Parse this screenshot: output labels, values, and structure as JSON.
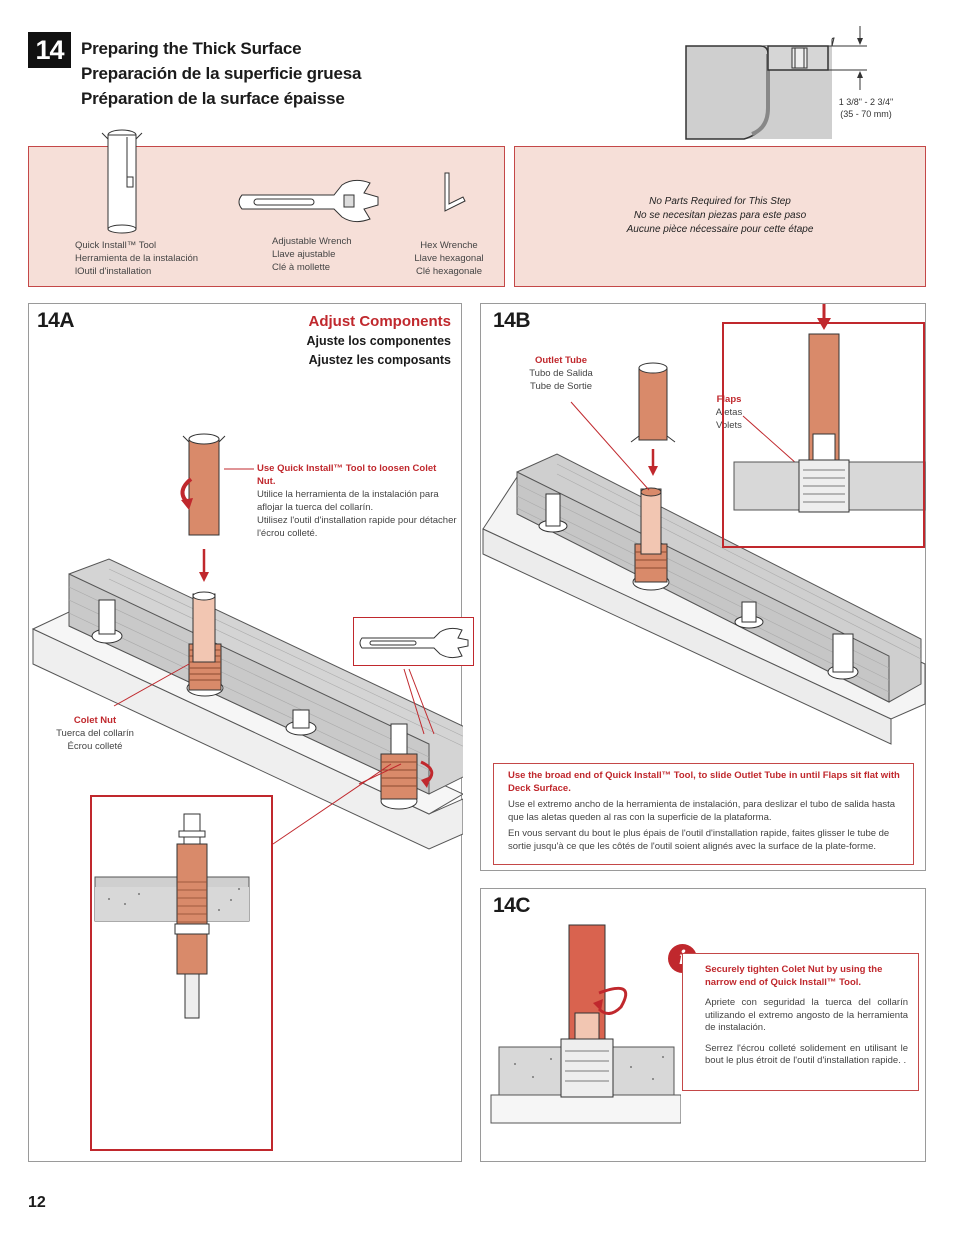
{
  "header": {
    "step_number": "14",
    "title_en": "Preparing the Thick Surface",
    "title_es": "Preparación de la superficie gruesa",
    "title_fr": "Préparation de la surface épaisse",
    "thickness_line1": "1 3/8\" - 2 3/4\"",
    "thickness_line2": "(35 - 70 mm)"
  },
  "tools": [
    {
      "name_en": "Quick Install™ Tool",
      "name_es": "Herramienta de la instalación",
      "name_fr": "lOutil d'installation"
    },
    {
      "name_en": "Adjustable Wrench",
      "name_es": "Llave ajustable",
      "name_fr": "Clé à mollette"
    },
    {
      "name_en": "Hex Wrenche",
      "name_es": "Llave hexagonal",
      "name_fr": "Clé hexagonale"
    }
  ],
  "no_parts": {
    "en": "No Parts Required for This Step",
    "es": "No se necesitan piezas para este paso",
    "fr": "Aucune pièce nécessaire pour cette étape"
  },
  "step_14a": {
    "label": "14A",
    "title_en": "Adjust Components",
    "title_es": "Ajuste los componentes",
    "title_fr": "Ajustez les composants",
    "note_red": "Use Quick Install™ Tool to loosen Colet Nut.",
    "note_es": "Utilice la herramienta de la instalación para aflojar la tuerca del collarín.",
    "note_fr": "Utilisez l'outil d'installation rapide pour détacher l'écrou colleté.",
    "colet_en": "Colet Nut",
    "colet_es": "Tuerca del collarín",
    "colet_fr": "Écrou colleté"
  },
  "step_14b": {
    "label": "14B",
    "outlet_en": "Outlet Tube",
    "outlet_es": "Tubo de Salida",
    "outlet_fr": "Tube de Sortie",
    "flaps_en": "Flaps",
    "flaps_es": "Aletas",
    "flaps_fr": "Volets",
    "note_red": "Use the broad end of Quick Install™ Tool,  to slide Outlet Tube in until Flaps sit flat with Deck Surface.",
    "note_es": "Use el extremo ancho de la herramienta de instalación, para deslizar el tubo de salida hasta que las aletas queden al ras con la superficie de la plataforma.",
    "note_fr": "En vous servant du bout le plus épais de l'outil d'installation rapide, faites glisser le tube de sortie jusqu'à ce que les côtés de l'outil soient alignés avec la surface de la plate-forme."
  },
  "step_14c": {
    "label": "14C",
    "info_icon": "i",
    "note_red": "Securely tighten Colet Nut by using the narrow end of Quick Install™ Tool.",
    "note_es": "Apriete con seguridad  la tuerca del collarín utilizando el extremo angosto de la herramienta de instalación.",
    "note_fr": "Serrez l'écrou colleté solidement en utilisant le bout le plus étroit de l'outil d'installation rapide. ."
  },
  "page_number": "12",
  "colors": {
    "accent_red": "#c0282d",
    "panel_pink": "#f6dfd8",
    "copper": "#d98a6a"
  }
}
